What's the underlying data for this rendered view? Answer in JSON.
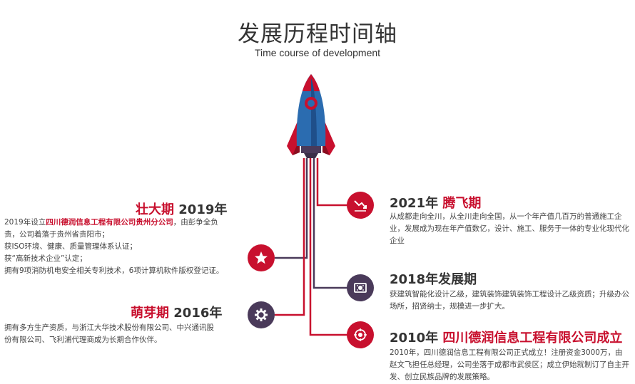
{
  "header": {
    "title": "发展历程时间轴",
    "subtitle": "Time course of development"
  },
  "entries": {
    "y2021": {
      "year": "2021年",
      "stage": "腾飞期",
      "desc": "从成都走向全川，从全川走向全国，从一个年产值几百万的普通施工企业，发展成为现在年产值数亿，设计、施工、服务于一体的专业化现代化企业"
    },
    "y2018": {
      "year": "2018年",
      "stage": "发展期",
      "desc": "获建筑智能化设计乙级，建筑装饰建筑装饰工程设计乙级资质；升级办公场所，招贤纳士，规模进一步扩大。"
    },
    "y2010": {
      "year": "2010年",
      "stage": "四川德润信息工程有限公司成立",
      "desc": "2010年，四川德润信息工程有限公司正式成立！注册资金3000万，由赵文飞担任总经理，公司坐落于成都市武侯区；成立伊始就制订了自主开发、创立民族品牌的发展策略。"
    },
    "y2019": {
      "year": "2019年",
      "stage": "壮大期",
      "desc_pre": "2019年设立",
      "desc_hl": "四川德润信息工程有限公司贵州分公司",
      "desc_post": "，由彭争全负责，公司着落于贵州省贵阳市；",
      "line2": "获ISO环境、健康、质量管理体系认证；",
      "line3": "获“高新技术企业”认定；",
      "line4": "拥有9项消防机电安全相关专利技术，6项计算机软件版权登记证。"
    },
    "y2016": {
      "year": "2016年",
      "stage": "萌芽期",
      "desc": "拥有多方生产资质，与浙江大华技术股份有限公司、中兴通讯股份有限公司、飞利浦代理商成为长期合作伙伴。"
    }
  },
  "icons": [
    "chart-down-icon",
    "star-icon",
    "certificate-icon",
    "gear-icon",
    "target-icon"
  ],
  "colors": {
    "red": "#c8102e",
    "purple": "#4a3a5a",
    "rocket_blue": "#2b6cb0"
  }
}
